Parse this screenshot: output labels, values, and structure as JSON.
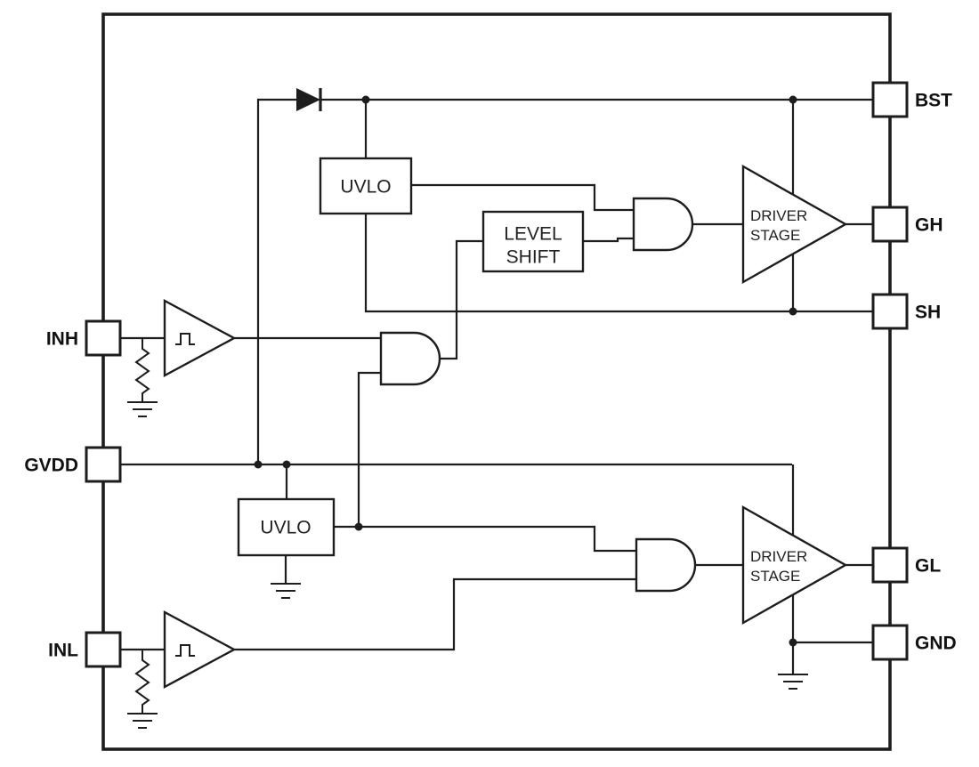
{
  "diagram": {
    "background": "#ffffff",
    "line_color": "#1d1d1d",
    "pins": {
      "left": [
        {
          "id": "inh",
          "label": "INH"
        },
        {
          "id": "gvdd",
          "label": "GVDD"
        },
        {
          "id": "inl",
          "label": "INL"
        }
      ],
      "right": [
        {
          "id": "bst",
          "label": "BST"
        },
        {
          "id": "gh",
          "label": "GH"
        },
        {
          "id": "sh",
          "label": "SH"
        },
        {
          "id": "gl",
          "label": "GL"
        },
        {
          "id": "gnd",
          "label": "GND"
        }
      ]
    },
    "blocks": {
      "uvlo_top": {
        "label": "UVLO"
      },
      "uvlo_bottom": {
        "label": "UVLO"
      },
      "level_shift": {
        "line1": "LEVEL",
        "line2": "SHIFT"
      },
      "driver_top": {
        "line1": "DRIVER",
        "line2": "STAGE"
      },
      "driver_bottom": {
        "line1": "DRIVER",
        "line2": "STAGE"
      }
    }
  }
}
